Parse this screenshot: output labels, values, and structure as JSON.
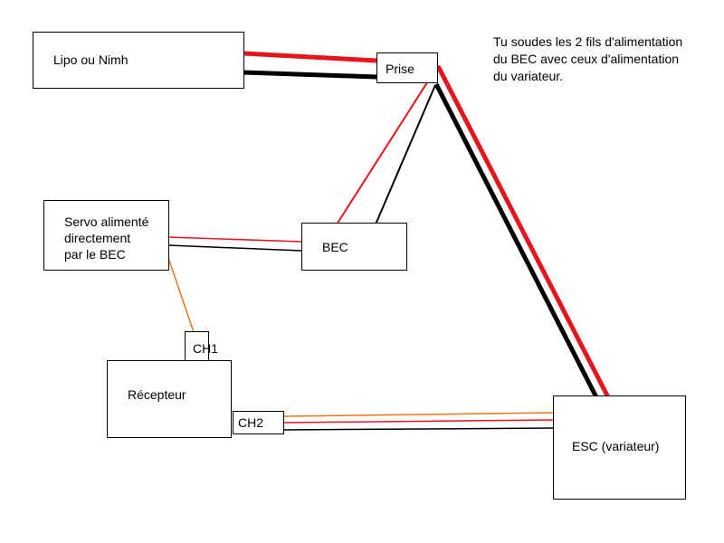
{
  "colors": {
    "positive_wire": "#e8141b",
    "negative_wire": "#000000",
    "signal_wire": "#e8761c",
    "box_border": "#000000"
  },
  "blocks": {
    "battery": "Lipo ou Nimh",
    "plug": "Prise",
    "servo": [
      "Servo alimenté",
      "directement",
      "par le BEC"
    ],
    "bec": "BEC",
    "receiver": "Récepteur",
    "ch1": "CH1",
    "ch2": "CH2",
    "esc": "ESC (variateur)"
  },
  "note": [
    "Tu soudes les 2 fils d'alimentation",
    "du BEC avec ceux d'alimentation",
    "du variateur."
  ]
}
